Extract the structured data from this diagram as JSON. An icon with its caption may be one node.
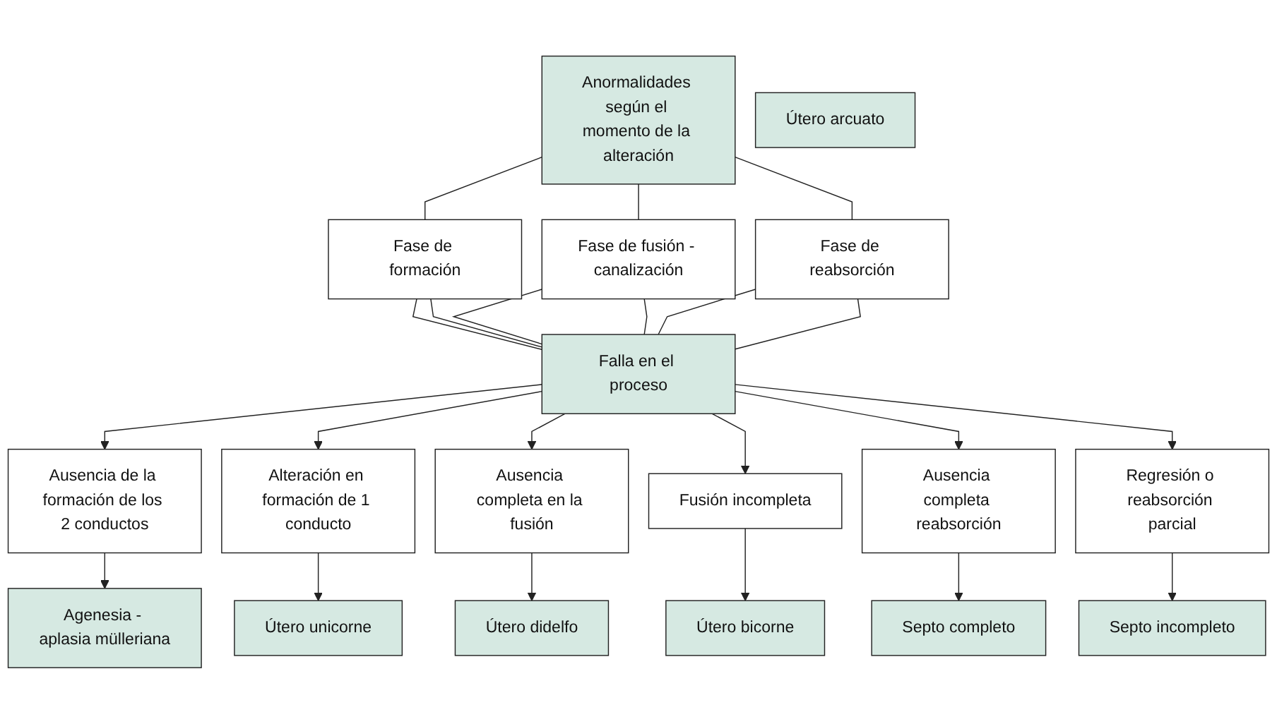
{
  "diagram": {
    "nodes": [
      {
        "text": [
          "Anormalidades según el momento de la alteración"
        ]
      },
      {
        "text": [
          "Fase de formación"
        ]
      },
      {
        "text": [
          "Fase de fusión - canalización"
        ]
      },
      {
        "text": [
          "Fase de reabsorción"
        ]
      },
      {
        "text": [
          "Falla en el proceso"
        ]
      },
      {
        "text": [
          "Ausencia de la formación de los 2 conductos"
        ]
      },
      {
        "text": [
          "Alteración en formación de 1 conducto"
        ]
      },
      {
        "text": [
          "Ausencia completa en la fusión"
        ]
      },
      {
        "text": [
          "Fusión incompleta"
        ]
      },
      {
        "text": [
          "Ausencia completa reabsorción"
        ]
      },
      {
        "text": [
          "Regresión o reabsorción parcial"
        ]
      },
      {
        "text": [
          "Agenesia - aplasia mülleriana"
        ]
      },
      {
        "text": [
          "Útero unicorne"
        ]
      },
      {
        "text": [
          "Útero didelfo"
        ]
      },
      {
        "text": [
          "Útero bicorne"
        ]
      },
      {
        "text": [
          "Septo completo"
        ]
      },
      {
        "text": [
          "Septo incompleto"
        ]
      },
      {
        "text": [
          "Útero arcuato"
        ]
      }
    ],
    "edges": [
      {
        "from": 0,
        "to": 1,
        "arrow": "none"
      },
      {
        "from": 0,
        "to": 2,
        "arrow": "none"
      },
      {
        "from": 0,
        "to": 3,
        "arrow": "none"
      },
      {
        "from": 1,
        "to": 4,
        "arrow": "none"
      },
      {
        "from": 1,
        "to": 4,
        "arrow": "none"
      },
      {
        "from": 2,
        "to": 4,
        "arrow": "none"
      },
      {
        "from": 2,
        "to": 4,
        "arrow": "none"
      },
      {
        "from": 3,
        "to": 4,
        "arrow": "none"
      },
      {
        "from": 3,
        "to": 4,
        "arrow": "none"
      },
      {
        "from": 4,
        "to": 5,
        "arrow": "to"
      },
      {
        "from": 4,
        "to": 6,
        "arrow": "to"
      },
      {
        "from": 4,
        "to": 7,
        "arrow": "to"
      },
      {
        "from": 4,
        "to": 8,
        "arrow": "to"
      },
      {
        "from": 4,
        "to": 9,
        "arrow": "to"
      },
      {
        "from": 4,
        "to": 10,
        "arrow": "to"
      },
      {
        "from": 5,
        "to": 11,
        "arrow": "to"
      },
      {
        "from": 6,
        "to": 12,
        "arrow": "to"
      },
      {
        "from": 7,
        "to": 13,
        "arrow": "to"
      },
      {
        "from": 8,
        "to": 14,
        "arrow": "to"
      },
      {
        "from": 9,
        "to": 15,
        "arrow": "to"
      },
      {
        "from": 10,
        "to": 16,
        "arrow": "to"
      }
    ]
  }
}
